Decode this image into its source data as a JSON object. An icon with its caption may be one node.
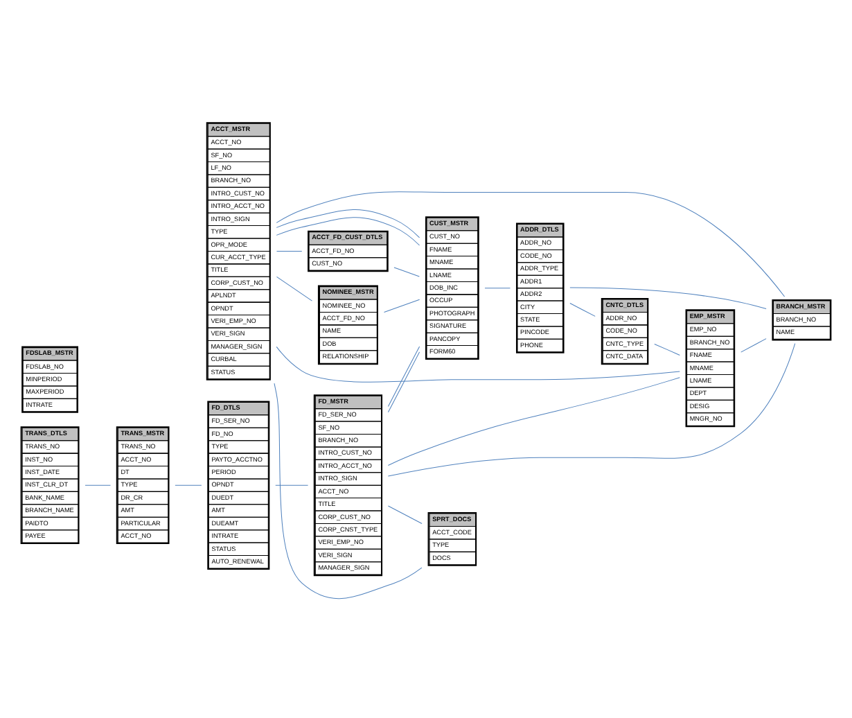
{
  "diagram": {
    "nodes": [
      {
        "text": [
          "TRANS_MSTR",
          "TRANS_NO",
          "ACCT_NO",
          "DT",
          "TYPE",
          "DR_CR",
          "AMT",
          "PARTICULAR",
          "ACCT_NO"
        ]
      },
      {
        "text": [
          "TRANS_DTLS",
          "TRANS_NO",
          "INST_NO",
          "INST_DATE",
          "INST_CLR_DT",
          "BANK_NAME",
          "BRANCH_NAME",
          "PAIDTO",
          "PAYEE"
        ]
      },
      {
        "text": [
          "ACCT_MSTR",
          "ACCT_NO",
          "SF_NO",
          "LF_NO",
          "BRANCH_NO",
          "INTRO_CUST_NO",
          "INTRO_ACCT_NO",
          "INTRO_SIGN",
          "TYPE",
          "OPR_MODE",
          "CUR_ACCT_TYPE",
          "TITLE",
          "CORP_CUST_NO",
          "APLNDT",
          "OPNDT",
          "VERI_EMP_NO",
          "VERI_SIGN",
          "MANAGER_SIGN",
          "CURBAL",
          "STATUS"
        ]
      },
      {
        "text": [
          "ACCT_FD_CUST_DTLS",
          "ACCT_FD_NO",
          "CUST_NO"
        ]
      },
      {
        "text": [
          "CUST_MSTR",
          "CUST_NO",
          "FNAME",
          "MNAME",
          "LNAME",
          "DOB_INC",
          "OCCUP",
          "PHOTOGRAPH",
          "SIGNATURE",
          "PANCOPY",
          "FORM60"
        ]
      },
      {
        "text": [
          "ADDR_DTLS",
          "ADDR_NO",
          "CODE_NO",
          "ADDR_TYPE",
          "ADDR1",
          "ADDR2",
          "CITY",
          "STATE",
          "PINCODE",
          "PHONE"
        ]
      },
      {
        "text": [
          "CNTC_DTLS",
          "ADDR_NO",
          "CODE_NO",
          "CNTC_TYPE",
          "CNTC_DATA"
        ]
      },
      {
        "text": [
          "NOMINEE_MSTR",
          "NOMINEE_NO",
          "ACCT_FD_NO",
          "NAME",
          "DOB",
          "RELATIONSHIP"
        ]
      },
      {
        "text": [
          "BRANCH_MSTR",
          "BRANCH_NO",
          "NAME"
        ]
      },
      {
        "text": [
          "EMP_MSTR",
          "EMP_NO",
          "BRANCH_NO",
          "FNAME",
          "MNAME",
          "LNAME",
          "DEPT",
          "DESIG",
          "MNGR_NO"
        ]
      },
      {
        "text": [
          "FD_DTLS",
          "FD_SER_NO",
          "FD_NO",
          "TYPE",
          "PAYTO_ACCTNO",
          "PERIOD",
          "OPNDT",
          "DUEDT",
          "AMT",
          "DUEAMT",
          "INTRATE",
          "STATUS",
          "AUTO_RENEWAL"
        ]
      },
      {
        "text": [
          "FD_MSTR",
          "FD_SER_NO",
          "SF_NO",
          "BRANCH_NO",
          "INTRO_CUST_NO",
          "INTRO_ACCT_NO",
          "INTRO_SIGN",
          "ACCT_NO",
          "TITLE",
          "CORP_CUST_NO",
          "CORP_CNST_TYPE",
          "VERI_EMP_NO",
          "VERI_SIGN",
          "MANAGER_SIGN"
        ]
      },
      {
        "text": [
          "SPRT_DOCS",
          "ACCT_CODE",
          "TYPE",
          "DOCS"
        ]
      },
      {
        "text": [
          "FDSLAB_MSTR",
          "FDSLAB_NO",
          "MINPERIOD",
          "MAXPERIOD",
          "INTRATE"
        ]
      }
    ],
    "edges": [
      {
        "from": 1,
        "to": 0,
        "arrow": "none"
      },
      {
        "from": 0,
        "to": 10,
        "arrow": "none"
      },
      {
        "from": 10,
        "to": 11,
        "arrow": "none"
      },
      {
        "from": 2,
        "to": 3,
        "arrow": "none"
      },
      {
        "from": 3,
        "to": 4,
        "arrow": "none"
      },
      {
        "from": 2,
        "to": 4,
        "arrow": "none"
      },
      {
        "from": 2,
        "to": 4,
        "arrow": "none"
      },
      {
        "from": 2,
        "to": 9,
        "arrow": "none"
      },
      {
        "from": 2,
        "to": 8,
        "arrow": "none"
      },
      {
        "from": 2,
        "to": 12,
        "arrow": "none"
      },
      {
        "from": 2,
        "to": 7,
        "arrow": "none"
      },
      {
        "from": 4,
        "to": 5,
        "arrow": "none"
      },
      {
        "from": 5,
        "to": 6,
        "arrow": "none"
      },
      {
        "from": 6,
        "to": 9,
        "arrow": "none"
      },
      {
        "from": 9,
        "to": 8,
        "arrow": "none"
      },
      {
        "from": 11,
        "to": 8,
        "arrow": "none"
      },
      {
        "from": 11,
        "to": 4,
        "arrow": "none"
      },
      {
        "from": 11,
        "to": 4,
        "arrow": "none"
      },
      {
        "from": 11,
        "to": 9,
        "arrow": "none"
      },
      {
        "from": 11,
        "to": 12,
        "arrow": "none"
      },
      {
        "from": 7,
        "to": 4,
        "arrow": "none"
      },
      {
        "from": 8,
        "to": 5,
        "arrow": "none"
      }
    ]
  }
}
